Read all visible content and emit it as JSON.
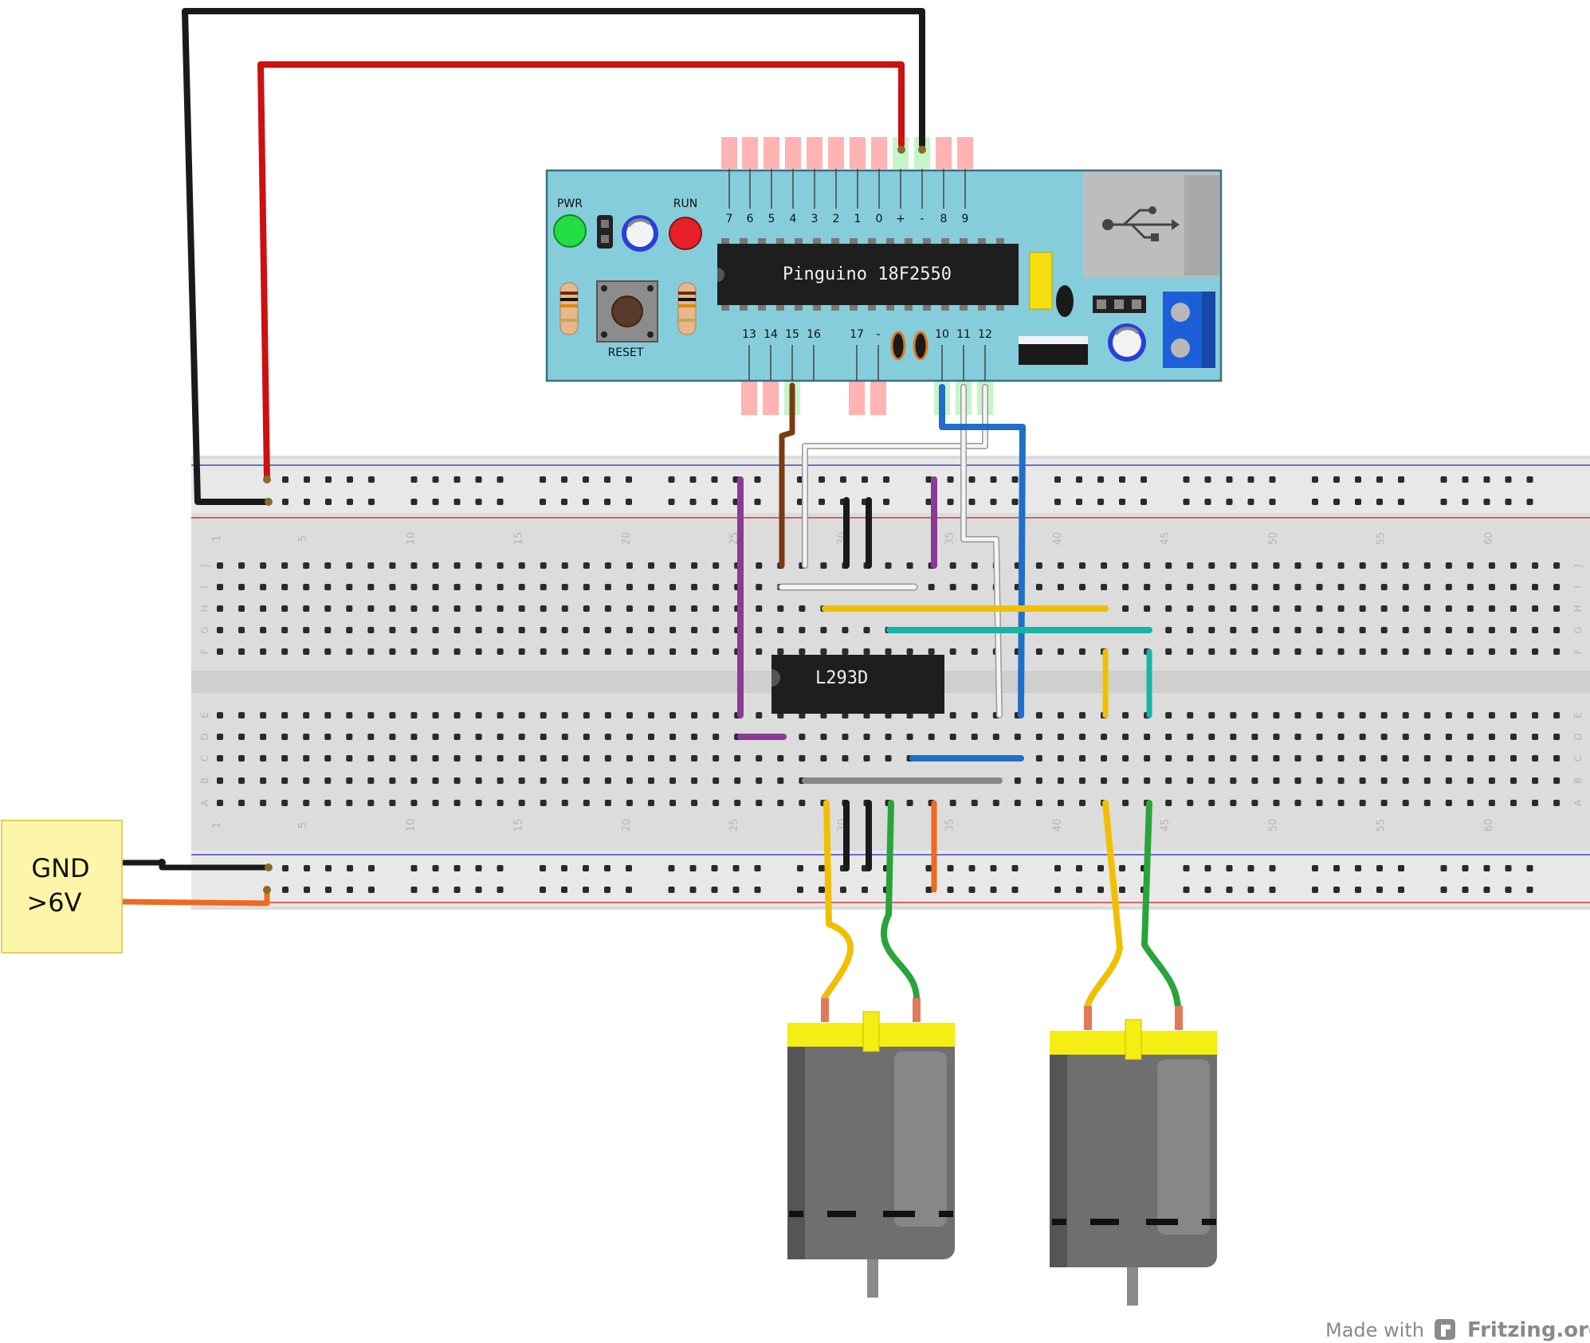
{
  "board": {
    "led_pwr": "PWR",
    "led_run": "RUN",
    "reset_label": "RESET",
    "chip_label": "Pinguino 18F2550",
    "top_pins": [
      "7",
      "6",
      "5",
      "4",
      "3",
      "2",
      "1",
      "0",
      "+",
      "-",
      "8",
      "9"
    ],
    "bottom_pins": [
      "13",
      "14",
      "15",
      "16",
      "17",
      "-",
      "10",
      "11",
      "12"
    ]
  },
  "driver_chip": {
    "label": "L293D"
  },
  "breadboard": {
    "row_letters_top": [
      "J",
      "I",
      "H",
      "G",
      "F"
    ],
    "row_letters_bottom": [
      "E",
      "D",
      "C",
      "B",
      "A"
    ],
    "column_numbers": [
      "1",
      "5",
      "10",
      "15",
      "20",
      "25",
      "30",
      "35",
      "40",
      "45",
      "50",
      "55",
      "60"
    ]
  },
  "power_supply": {
    "line1": "GND",
    "line2": ">6V"
  },
  "footer": {
    "made_with": "Made with",
    "brand": "Fritzing.org"
  },
  "colors": {
    "board_bg": "#86cddb",
    "wire_red": "#cc1111",
    "wire_black": "#1a1a1a",
    "wire_brown": "#7a3b12",
    "wire_blue": "#1f6fc8",
    "wire_yellow": "#f0c000",
    "wire_teal": "#16b3a6",
    "wire_green": "#2aa43a",
    "wire_purple": "#8a3b94",
    "wire_orange": "#ee6a1e",
    "motor_cap": "#f5ee12"
  }
}
